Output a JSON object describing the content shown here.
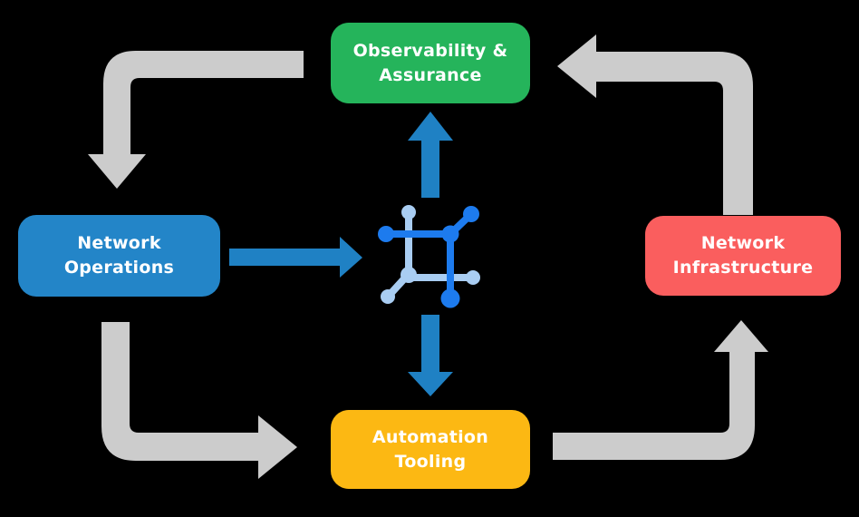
{
  "diagram": {
    "description": "Network automation cycle diagram",
    "nodes": {
      "observability": {
        "label": "Observability &\nAssurance",
        "color": "#25B45B"
      },
      "operations": {
        "label": "Network\nOperations",
        "color": "#2385C8"
      },
      "infrastructure": {
        "label": "Network\nInfrastructure",
        "color": "#FA5E5E"
      },
      "automation": {
        "label": "Automation\nTooling",
        "color": "#FCB813"
      }
    },
    "icon": {
      "name": "network-hub-icon"
    },
    "colors": {
      "background": "#000000",
      "gray_arrow": "#CCCCCC",
      "blue_arrow": "#1F81C4",
      "icon_dark_blue": "#1D7BEE",
      "icon_light_blue": "#A9CDF2",
      "node_text": "#FFFFFF"
    }
  }
}
